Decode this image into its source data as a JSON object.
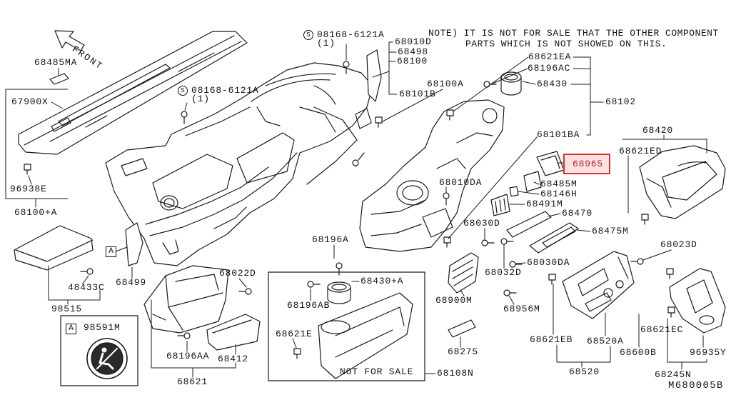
{
  "note": {
    "line1": "NOTE) IT IS NOT FOR SALE THAT THE OTHER COMPONENT",
    "line2": "PARTS WHICH IS NOT SHOWED ON THIS."
  },
  "front_label": "FRONT",
  "ref_mark": "A",
  "screw_mark": "S",
  "not_for_sale": "NOT FOR SALE",
  "diagram_code": "M680005B",
  "highlight": {
    "part": "68965",
    "color": "#e0322f",
    "fill": "#fbe2e1"
  },
  "callouts": [
    "68485MA",
    "67900X",
    "96938E",
    "68100+A",
    "68499",
    "48433C",
    "98515",
    "98591M",
    "68196AA",
    "68022D",
    "68412",
    "68621",
    "08168-6121A",
    "(1)",
    "68010D",
    "68498",
    "68100",
    "68100A",
    "68101B",
    "08168-6121A",
    "(1)",
    "68621EA",
    "68196AC",
    "68430",
    "68102",
    "68101BA",
    "68420",
    "68621ED",
    "68010DA",
    "68485M",
    "68146H",
    "68491M",
    "68470",
    "68030D",
    "68475M",
    "68023D",
    "68196A",
    "68430+A",
    "68196AB",
    "68032D",
    "68030DA",
    "68900M",
    "68956M",
    "68621E",
    "68275",
    "68621EB",
    "68520A",
    "68621EC",
    "68600B",
    "96935Y",
    "68108N",
    "68520",
    "68245N"
  ]
}
